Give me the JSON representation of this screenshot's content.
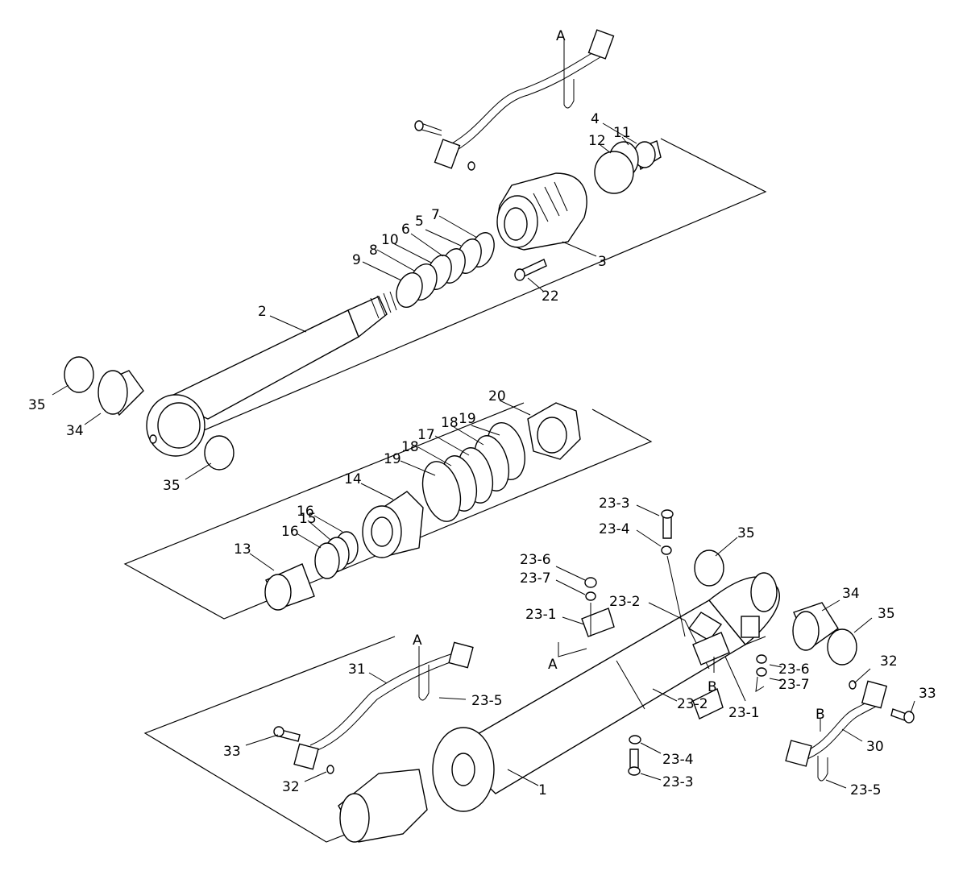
{
  "labels": [
    {
      "id": "2",
      "text": "2"
    },
    {
      "id": "3",
      "text": "3"
    },
    {
      "id": "4",
      "text": "4"
    },
    {
      "id": "5",
      "text": "5"
    },
    {
      "id": "6",
      "text": "6"
    },
    {
      "id": "7",
      "text": "7"
    },
    {
      "id": "8",
      "text": "8"
    },
    {
      "id": "9",
      "text": "9"
    },
    {
      "id": "10",
      "text": "10"
    },
    {
      "id": "11",
      "text": "11"
    },
    {
      "id": "12",
      "text": "12"
    },
    {
      "id": "22",
      "text": "22"
    },
    {
      "id": "A1",
      "text": "A"
    },
    {
      "id": "35a",
      "text": "35"
    },
    {
      "id": "34a",
      "text": "34"
    },
    {
      "id": "35b",
      "text": "35"
    },
    {
      "id": "20",
      "text": "20"
    },
    {
      "id": "19a",
      "text": "19"
    },
    {
      "id": "18a",
      "text": "18"
    },
    {
      "id": "17",
      "text": "17"
    },
    {
      "id": "18b",
      "text": "18"
    },
    {
      "id": "19b",
      "text": "19"
    },
    {
      "id": "14",
      "text": "14"
    },
    {
      "id": "16a",
      "text": "16"
    },
    {
      "id": "15",
      "text": "15"
    },
    {
      "id": "16b",
      "text": "16"
    },
    {
      "id": "13",
      "text": "13"
    },
    {
      "id": "23-3a",
      "text": "23-3"
    },
    {
      "id": "23-4a",
      "text": "23-4"
    },
    {
      "id": "35c",
      "text": "35"
    },
    {
      "id": "23-6a",
      "text": "23-6"
    },
    {
      "id": "23-7a",
      "text": "23-7"
    },
    {
      "id": "23-2a",
      "text": "23-2"
    },
    {
      "id": "23-1a",
      "text": "23-1"
    },
    {
      "id": "A2",
      "text": "A"
    },
    {
      "id": "34b",
      "text": "34"
    },
    {
      "id": "35d",
      "text": "35"
    },
    {
      "id": "A3",
      "text": "A"
    },
    {
      "id": "31",
      "text": "31"
    },
    {
      "id": "23-5a",
      "text": "23-5"
    },
    {
      "id": "32a",
      "text": "32"
    },
    {
      "id": "23-6b",
      "text": "23-6"
    },
    {
      "id": "23-7b",
      "text": "23-7"
    },
    {
      "id": "B1",
      "text": "B"
    },
    {
      "id": "23-2b",
      "text": "23-2"
    },
    {
      "id": "23-1b",
      "text": "23-1"
    },
    {
      "id": "33a",
      "text": "33"
    },
    {
      "id": "B2",
      "text": "B"
    },
    {
      "id": "30",
      "text": "30"
    },
    {
      "id": "33b",
      "text": "33"
    },
    {
      "id": "32b",
      "text": "32"
    },
    {
      "id": "23-4b",
      "text": "23-4"
    },
    {
      "id": "23-3b",
      "text": "23-3"
    },
    {
      "id": "1",
      "text": "1"
    },
    {
      "id": "23-5b",
      "text": "23-5"
    }
  ]
}
